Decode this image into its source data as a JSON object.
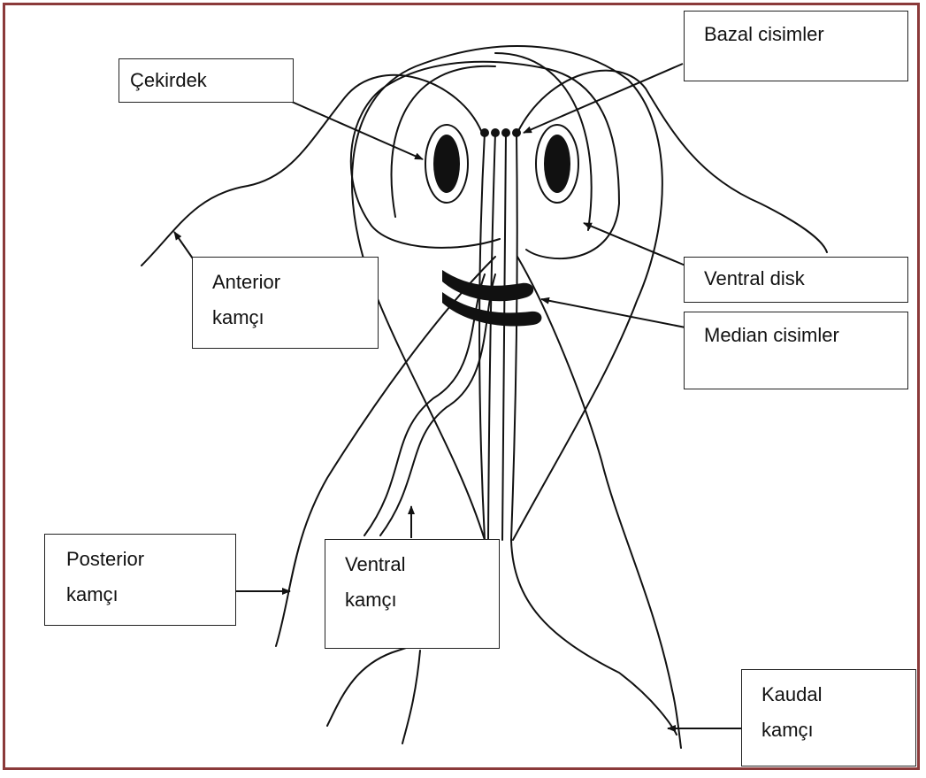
{
  "labels": {
    "nucleus": "Çekirdek",
    "basal_bodies": "Bazal cisimler",
    "anterior_flagellum": [
      "Anterior",
      "kamçı"
    ],
    "ventral_disk": "Ventral disk",
    "median_bodies": "Median cisimler",
    "posterior_flagellum": [
      "Posterior",
      "kamçı"
    ],
    "ventral_flagellum": [
      "Ventral",
      "kamçı"
    ],
    "caudal_flagellum": [
      "Kaudal",
      "kamçı"
    ]
  },
  "colors": {
    "frame": "#8B3A3A",
    "ink": "#111111"
  }
}
